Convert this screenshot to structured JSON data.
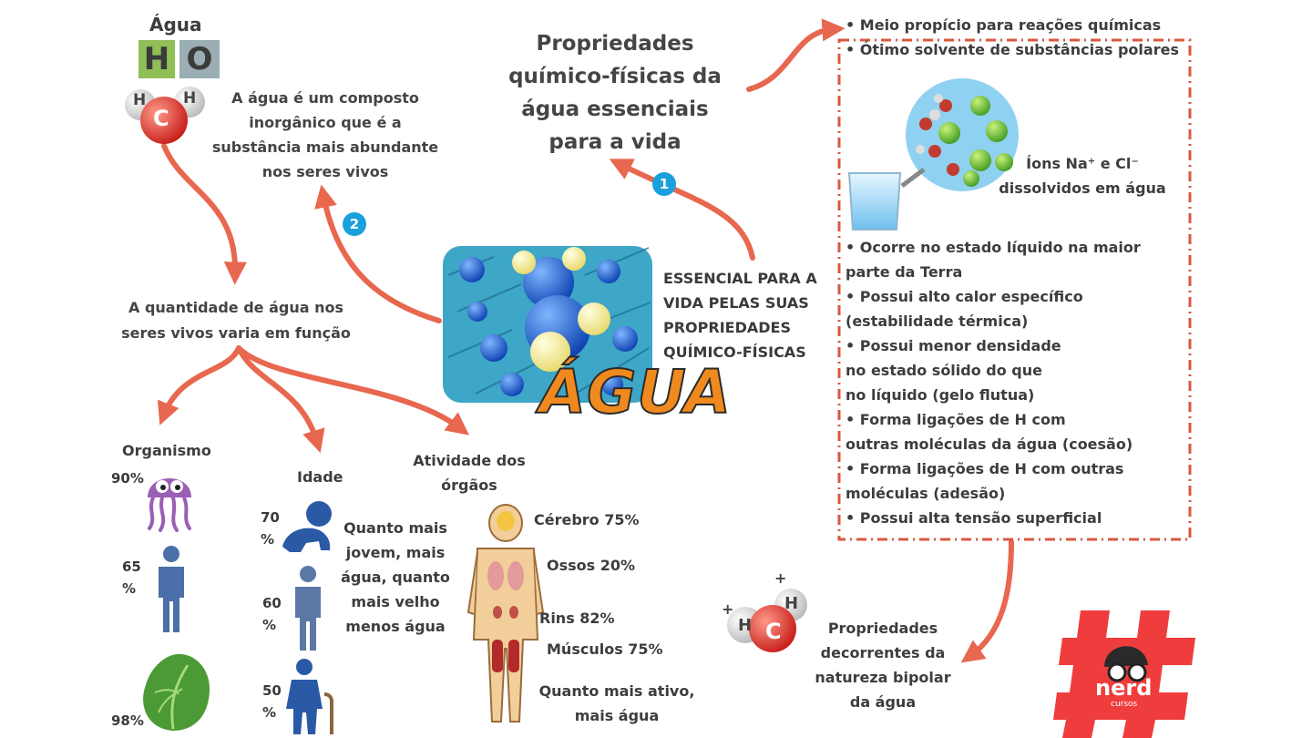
{
  "water_formula": {
    "label": "Água",
    "h": "H",
    "o": "O",
    "atoms": {
      "h1": "H",
      "c": "C",
      "h2": "H"
    }
  },
  "intro_text": "A água é um composto inorgânico que é a substância mais abundante nos seres vivos",
  "title": "Propriedades químico-físicas da água essenciais para a vida",
  "center": {
    "word": "ÁGUA",
    "caption": "ESSENCIAL PARA A VIDA PELAS SUAS PROPRIEDADES QUÍMICO-FÍSICAS"
  },
  "badges": {
    "one": "1",
    "two": "2"
  },
  "quantity_text": "A quantidade de água nos seres vivos varia em função",
  "properties_top": [
    "• Meio propício para reações químicas",
    "• Ótimo solvente de substâncias polares"
  ],
  "ions_caption": "Íons Na⁺ e Cl⁻ dissolvidos em água",
  "properties_list": [
    "• Ocorre no estado líquido na maior",
    "parte da Terra",
    "• Possui alto calor específico",
    "(estabilidade térmica)",
    "• Possui menor densidade",
    "no estado sólido do  que",
    "no líquido (gelo flutua)",
    "• Forma ligações de H com",
    "outras moléculas da água (coesão)",
    "• Forma ligações de H com outras",
    "moléculas (adesão)",
    "• Possui alta tensão superficial"
  ],
  "organismo": {
    "label": "Organismo",
    "values": [
      "90%",
      "65 %",
      "98%"
    ]
  },
  "idade": {
    "label": "Idade",
    "values": [
      "70 %",
      "60 %",
      "50 %"
    ],
    "note": "Quanto mais jovem, mais água, quanto mais velho menos água"
  },
  "atividade": {
    "label": "Atividade dos órgãos",
    "organs": [
      {
        "text": "Cérebro  75%"
      },
      {
        "text": "Ossos  20%"
      },
      {
        "text": "Rins  82%"
      },
      {
        "text": "Músculos   75%"
      }
    ],
    "note": "Quanto mais ativo, mais água"
  },
  "bipolar": {
    "text": "Propriedades decorrentes da natureza bipolar da água",
    "atoms": {
      "h1": "H",
      "c": "C",
      "h2": "H"
    },
    "plus": "+"
  },
  "logo": {
    "brand": "nerd",
    "sub": "cursos"
  },
  "colors": {
    "arrow": "#e8674f",
    "badge": "#1aa0dc",
    "dash_box": "#d9583f",
    "h_box": "#8fbf56",
    "o_box": "#9aaeb3"
  }
}
